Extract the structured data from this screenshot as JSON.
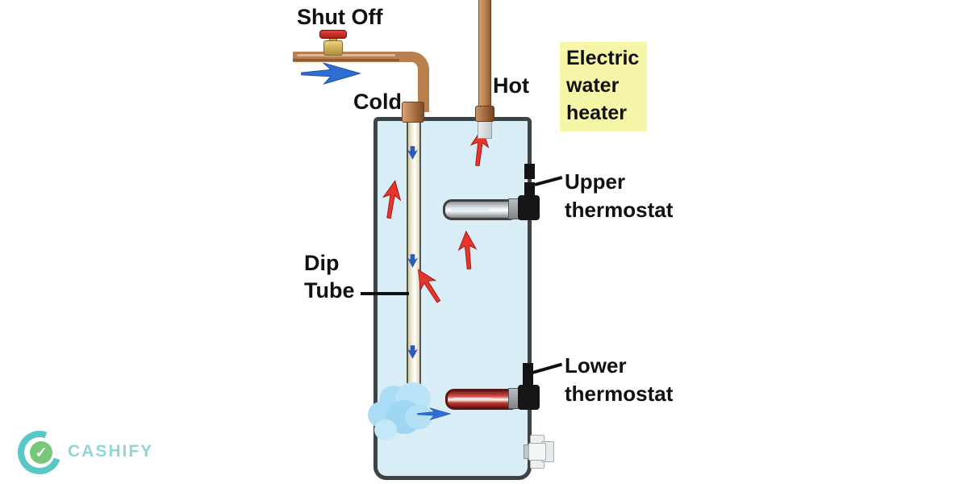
{
  "diagram": {
    "labels": {
      "shut_off": "Shut Off",
      "cold": "Cold",
      "hot": "Hot",
      "dip_tube": {
        "line1": "Dip",
        "line2": "Tube"
      },
      "upper_thermostat": {
        "line1": "Upper",
        "line2": "thermostat"
      },
      "lower_thermostat": {
        "line1": "Lower",
        "line2": "thermostat"
      },
      "title": {
        "line1": "Electric",
        "line2": "water",
        "line3": "heater"
      }
    },
    "colors": {
      "water": "#d8edf6",
      "tank_border": "#3c4448",
      "copper": "#b97f4e",
      "copper_dark": "#8f5a33",
      "hot_arrow_red": "#e8352b",
      "cold_arrow_blue": "#2a5cc0",
      "flow_arrow_blue": "#2e6ed3",
      "dip_tube_fill": "#ece6c9",
      "title_highlight": "#f6f6a8",
      "label_text": "#111111",
      "brand_teal": "#5ac7c7",
      "brand_text": "#93d5d3",
      "brand_green": "#79c879"
    },
    "flow_arrows": {
      "hot_convection_up_count": 4,
      "cold_dip_tube_down_count": 3,
      "inlet_flow_direction": "right",
      "outlet_splash_direction": "right"
    }
  },
  "watermark": {
    "brand": "CASHIFY",
    "check_icon": "✓"
  }
}
